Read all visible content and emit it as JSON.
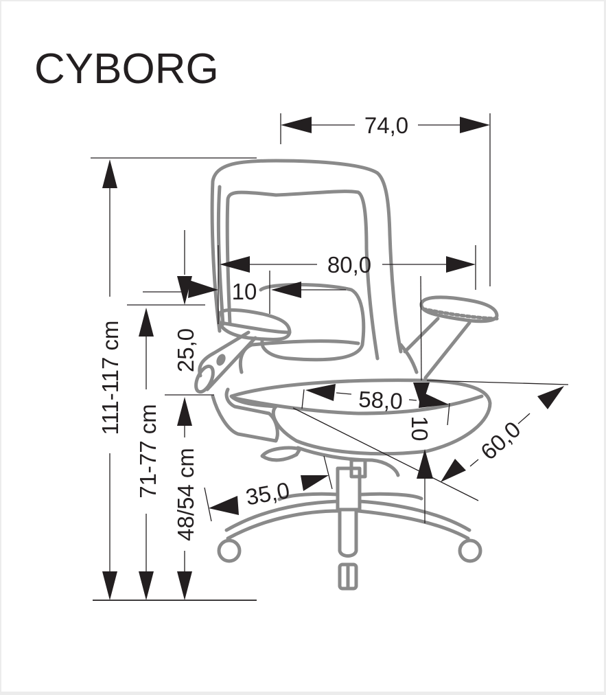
{
  "product": {
    "name": "CYBORG"
  },
  "dimensions": {
    "overall_width": "74,0",
    "armrest_span": "80,0",
    "backrest_offset": "10",
    "armrest_height_above_seat": "25,0",
    "seat_width": "58,0",
    "seat_thickness": "10",
    "seat_depth": "60,0",
    "base_radius": "35,0",
    "total_height": "111-117 cm",
    "armrest_height": "71-77 cm",
    "seat_height": "48/54 cm"
  },
  "colors": {
    "line": "#231f20",
    "chair_outline": "#8a8a8a",
    "background": "#ffffff"
  }
}
